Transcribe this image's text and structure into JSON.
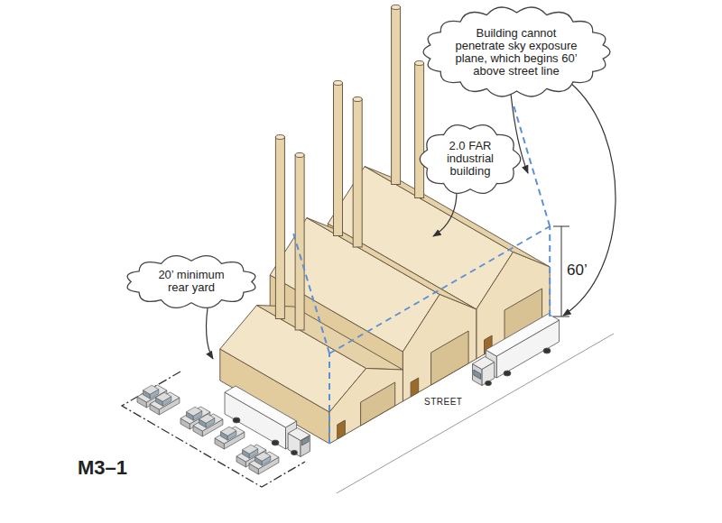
{
  "diagram": {
    "title": "M3–1",
    "nodes": [
      {
        "text": [
          "Building cannot penetrate sky exposure plane, which begins 60’ above street line"
        ]
      },
      {
        "text": [
          "2.0 FAR industrial building"
        ]
      },
      {
        "text": [
          "20’ minimum rear yard"
        ]
      }
    ],
    "labels": [
      "60’",
      "STREET"
    ]
  }
}
